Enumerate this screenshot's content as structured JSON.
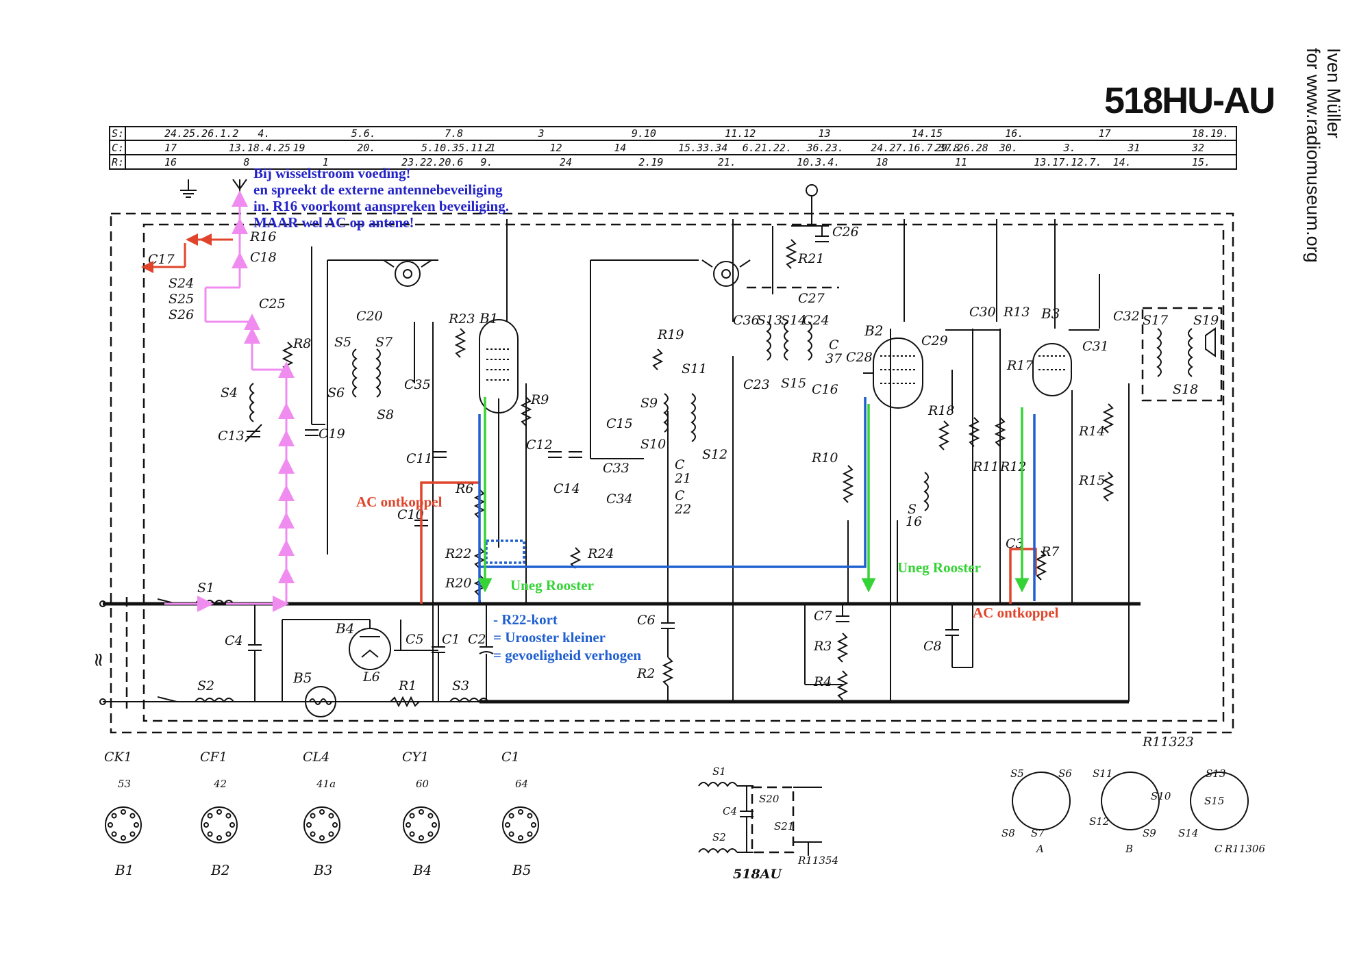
{
  "title": "518HU-AU",
  "credit": {
    "line1": "Iven Müller",
    "line2": "for www.radiomuseum.org"
  },
  "table": {
    "rows": [
      {
        "label": "S:",
        "entries": [
          "24.25.26.1.2",
          "4.",
          "5.6.",
          "7.8",
          "3",
          "9.10",
          "11.12",
          "13",
          "14.15",
          "16.",
          "17",
          "18.19."
        ]
      },
      {
        "label": "C:",
        "entries": [
          "17",
          "13.18.4.25",
          "19",
          "20.",
          "5.10.35.11.1",
          "2",
          "12",
          "14",
          "15.33.34",
          "6.21.22.",
          "36.23.",
          "24.27.16.7.37.26.28",
          "29.8",
          "30.",
          "3.",
          "31",
          "32"
        ]
      },
      {
        "label": "R:",
        "entries": [
          "16",
          "8",
          "1",
          "23.22.20.6",
          "9.",
          "24",
          "2.19",
          "21.",
          "10.3.4.",
          "18",
          "11",
          "13.17.12.7.",
          "14.",
          "15."
        ]
      }
    ]
  },
  "annotations": {
    "wissel": [
      "Bij wisselstroom voeding!",
      "en spreekt de externe antennebeveiliging",
      "in. R16 voorkomt aanspreken beveiliging.",
      "MAAR wel AC op antene!"
    ],
    "ac_left": "AC ontkoppel",
    "ac_right": "AC ontkoppel",
    "uneg_left": "Uneg Rooster",
    "uneg_right": "Uneg Rooster",
    "r22": [
      "-  R22-kort",
      "= Urooster kleiner",
      "= gevoeligheid verhogen"
    ]
  },
  "colors": {
    "blue_note": "#2323c8",
    "red": "#e0452b",
    "green": "#35d335",
    "magenta": "#f08cf0",
    "blue_line": "#1f5fd0"
  },
  "components": {
    "tubes": [
      "B1",
      "B2",
      "B3",
      "B4",
      "B5",
      "L6"
    ],
    "resistors": [
      "R1",
      "R2",
      "R3",
      "R4",
      "R6",
      "R7",
      "R8",
      "R9",
      "R10",
      "R11",
      "R12",
      "R13",
      "R14",
      "R15",
      "R16",
      "R17",
      "R18",
      "R19",
      "R20",
      "R21",
      "R22",
      "R23",
      "R24"
    ],
    "capacitors": [
      "C1",
      "C2",
      "C3",
      "C4",
      "C5",
      "C6",
      "C7",
      "C8",
      "C10",
      "C11",
      "C12",
      "C13",
      "C14",
      "C15",
      "C16",
      "C17",
      "C18",
      "C19",
      "C20",
      "C21",
      "C22",
      "C23",
      "C25",
      "C26",
      "C27",
      "C28",
      "C29",
      "C30",
      "C31",
      "C32",
      "C33",
      "C34",
      "C35",
      "C36",
      "C37"
    ],
    "coils": [
      "S1",
      "S2",
      "S3",
      "S4",
      "S5",
      "S6",
      "S7",
      "S8",
      "S9",
      "S10",
      "S11",
      "S12",
      "S13",
      "S14",
      "S15",
      "S16",
      "S17",
      "S18",
      "S19",
      "S24",
      "S25",
      "S26"
    ]
  },
  "drawing_code": "R11323",
  "bases": [
    {
      "type": "CK1",
      "num": "53",
      "name": "B1"
    },
    {
      "type": "CF1",
      "num": "42",
      "name": "B2"
    },
    {
      "type": "CL4",
      "num": "41a",
      "name": "B3"
    },
    {
      "type": "CY1",
      "num": "60",
      "name": "B4"
    },
    {
      "type": "C1",
      "num": "64",
      "name": "B5"
    }
  ],
  "inset": {
    "code": "R11354",
    "model": "518AU",
    "labels": [
      "S1",
      "S2",
      "S20",
      "S21",
      "C4"
    ]
  },
  "coil_units": {
    "labels": [
      "A",
      "B",
      "C"
    ],
    "code": "R11306"
  },
  "mains_symbol": "≈"
}
